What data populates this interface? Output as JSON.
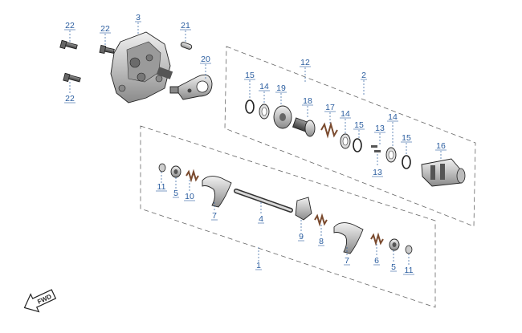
{
  "diagram": {
    "title": "",
    "callouts": [
      {
        "id": "c22a",
        "text": "22"
      },
      {
        "id": "c22b",
        "text": "22"
      },
      {
        "id": "c22c",
        "text": "22"
      },
      {
        "id": "c3",
        "text": "3"
      },
      {
        "id": "c21",
        "text": "21"
      },
      {
        "id": "c20",
        "text": "20"
      },
      {
        "id": "c12",
        "text": "12"
      },
      {
        "id": "c2",
        "text": "2"
      },
      {
        "id": "c15a",
        "text": "15"
      },
      {
        "id": "c14a",
        "text": "14"
      },
      {
        "id": "c19",
        "text": "19"
      },
      {
        "id": "c18",
        "text": "18"
      },
      {
        "id": "c17",
        "text": "17"
      },
      {
        "id": "c14b",
        "text": "14"
      },
      {
        "id": "c15b",
        "text": "15"
      },
      {
        "id": "c13a",
        "text": "13"
      },
      {
        "id": "c13b",
        "text": "13"
      },
      {
        "id": "c14c",
        "text": "14"
      },
      {
        "id": "c15c",
        "text": "15"
      },
      {
        "id": "c16",
        "text": "16"
      },
      {
        "id": "c11a",
        "text": "11"
      },
      {
        "id": "c5a",
        "text": "5"
      },
      {
        "id": "c10",
        "text": "10"
      },
      {
        "id": "c7a",
        "text": "7"
      },
      {
        "id": "c4",
        "text": "4"
      },
      {
        "id": "c9",
        "text": "9"
      },
      {
        "id": "c8",
        "text": "8"
      },
      {
        "id": "c7b",
        "text": "7"
      },
      {
        "id": "c6",
        "text": "6"
      },
      {
        "id": "c5b",
        "text": "5"
      },
      {
        "id": "c11b",
        "text": "11"
      },
      {
        "id": "c1",
        "text": "1"
      }
    ],
    "badge_text": "FWD",
    "colors": {
      "callout": "#2a5d9f",
      "line": "#222222",
      "metal_light": "#d8d8d8",
      "metal_mid": "#a9a9a9",
      "metal_dark": "#555555",
      "spring": "#7a4a2e"
    }
  }
}
